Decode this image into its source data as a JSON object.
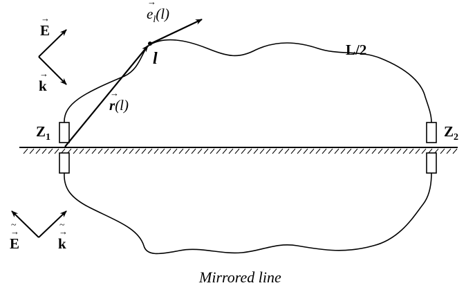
{
  "labels": {
    "E": "E",
    "k": "k",
    "E_mirror": "E",
    "k_mirror": "k",
    "e_tangent": "e",
    "e_sub": "l",
    "e_arg": "(l)",
    "r": "r",
    "r_arg": "(l)",
    "point_l": "l",
    "half_length": "L/2",
    "z1": "Z",
    "z1_sub": "1",
    "z2": "Z",
    "z2_sub": "2",
    "caption": "Mirrored line"
  }
}
